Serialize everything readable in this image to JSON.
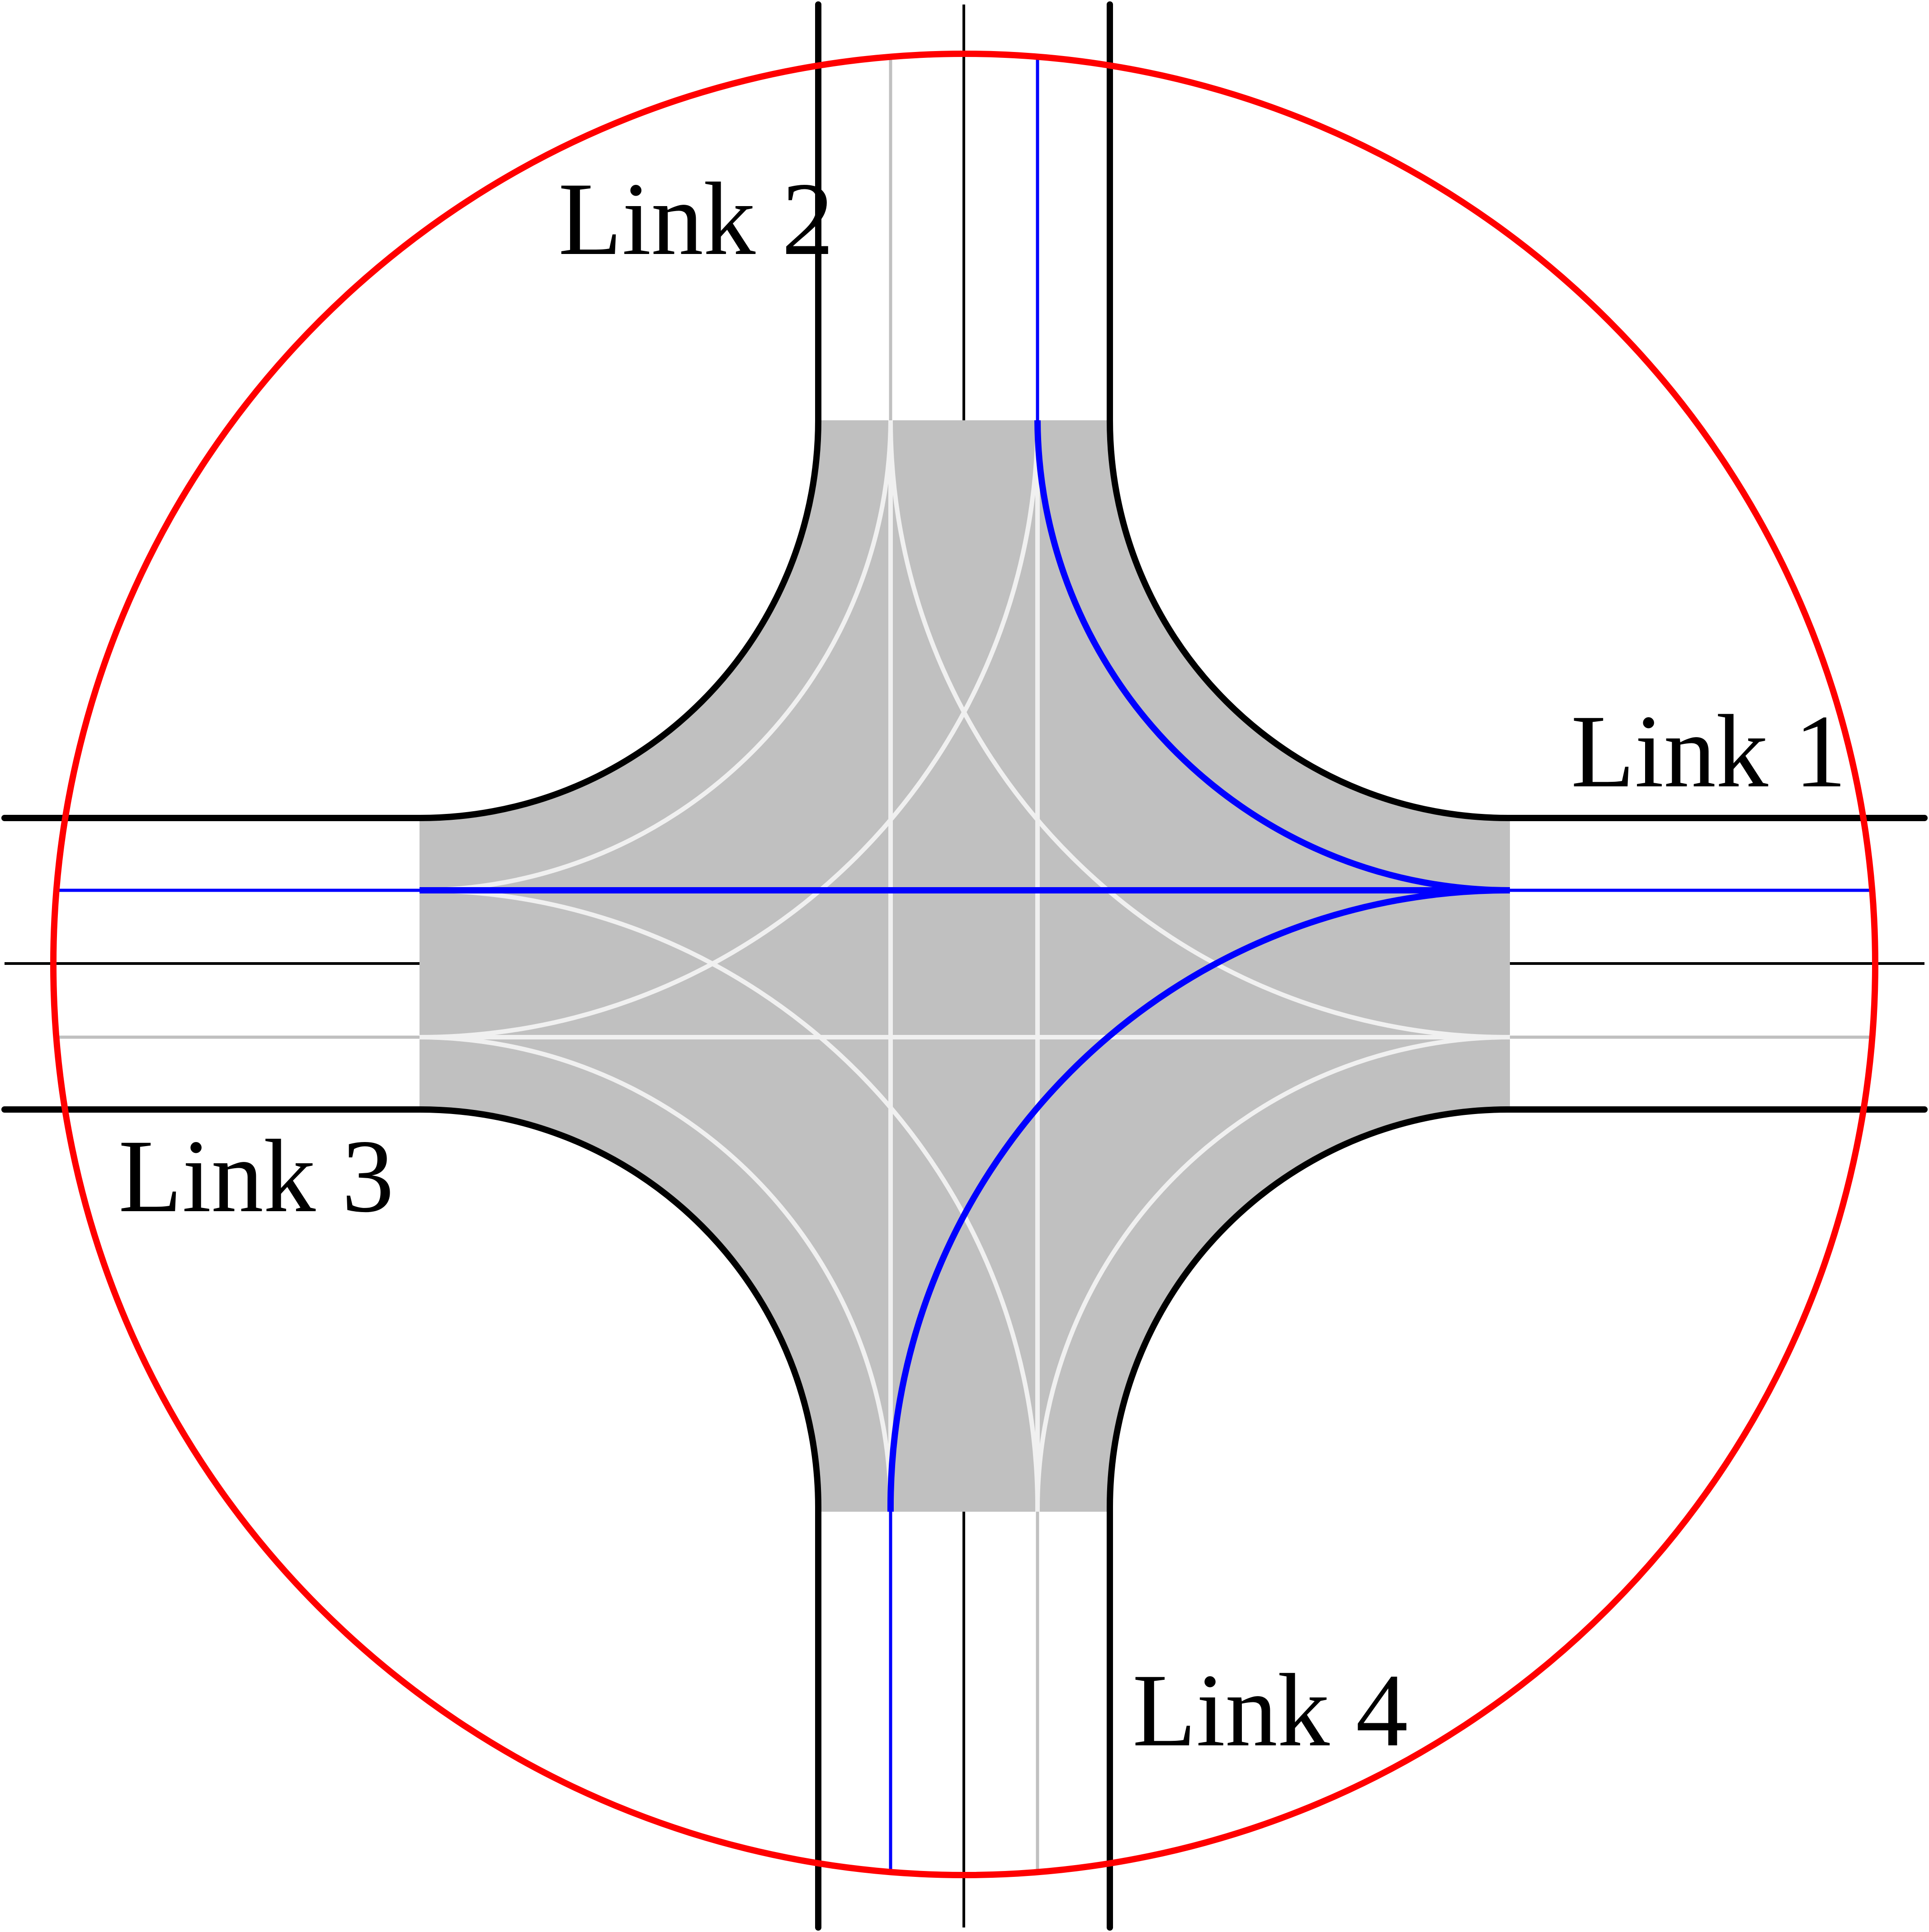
{
  "labels": {
    "link1": "Link 1",
    "link2": "Link 2",
    "link3": "Link 3",
    "link4": "Link 4"
  },
  "colors": {
    "boundary_circle": "#ff0000",
    "road_edge": "#000000",
    "center_line": "#000000",
    "intersection_area": "#c0c0c0",
    "turning_paths": "#f0f0f0",
    "inactive_lane": "#c0c0c0",
    "active_path": "#0000ff",
    "background": "#ffffff"
  }
}
